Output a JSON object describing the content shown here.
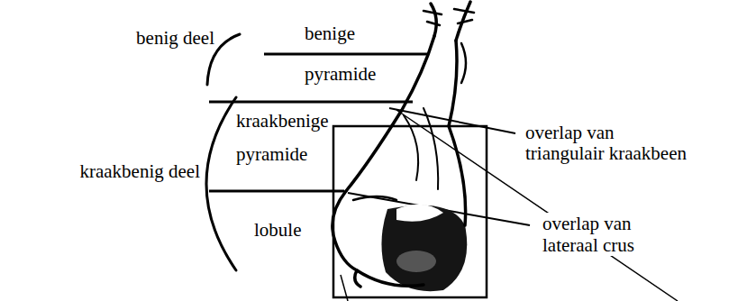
{
  "diagram": {
    "labels": [
      "benig deel",
      "benige pyramide",
      "kraakbenige pyramide",
      "overlap van triangulair kraakbeen",
      "kraakbenig deel",
      "lobule",
      "overlap van lateraal crus"
    ]
  }
}
